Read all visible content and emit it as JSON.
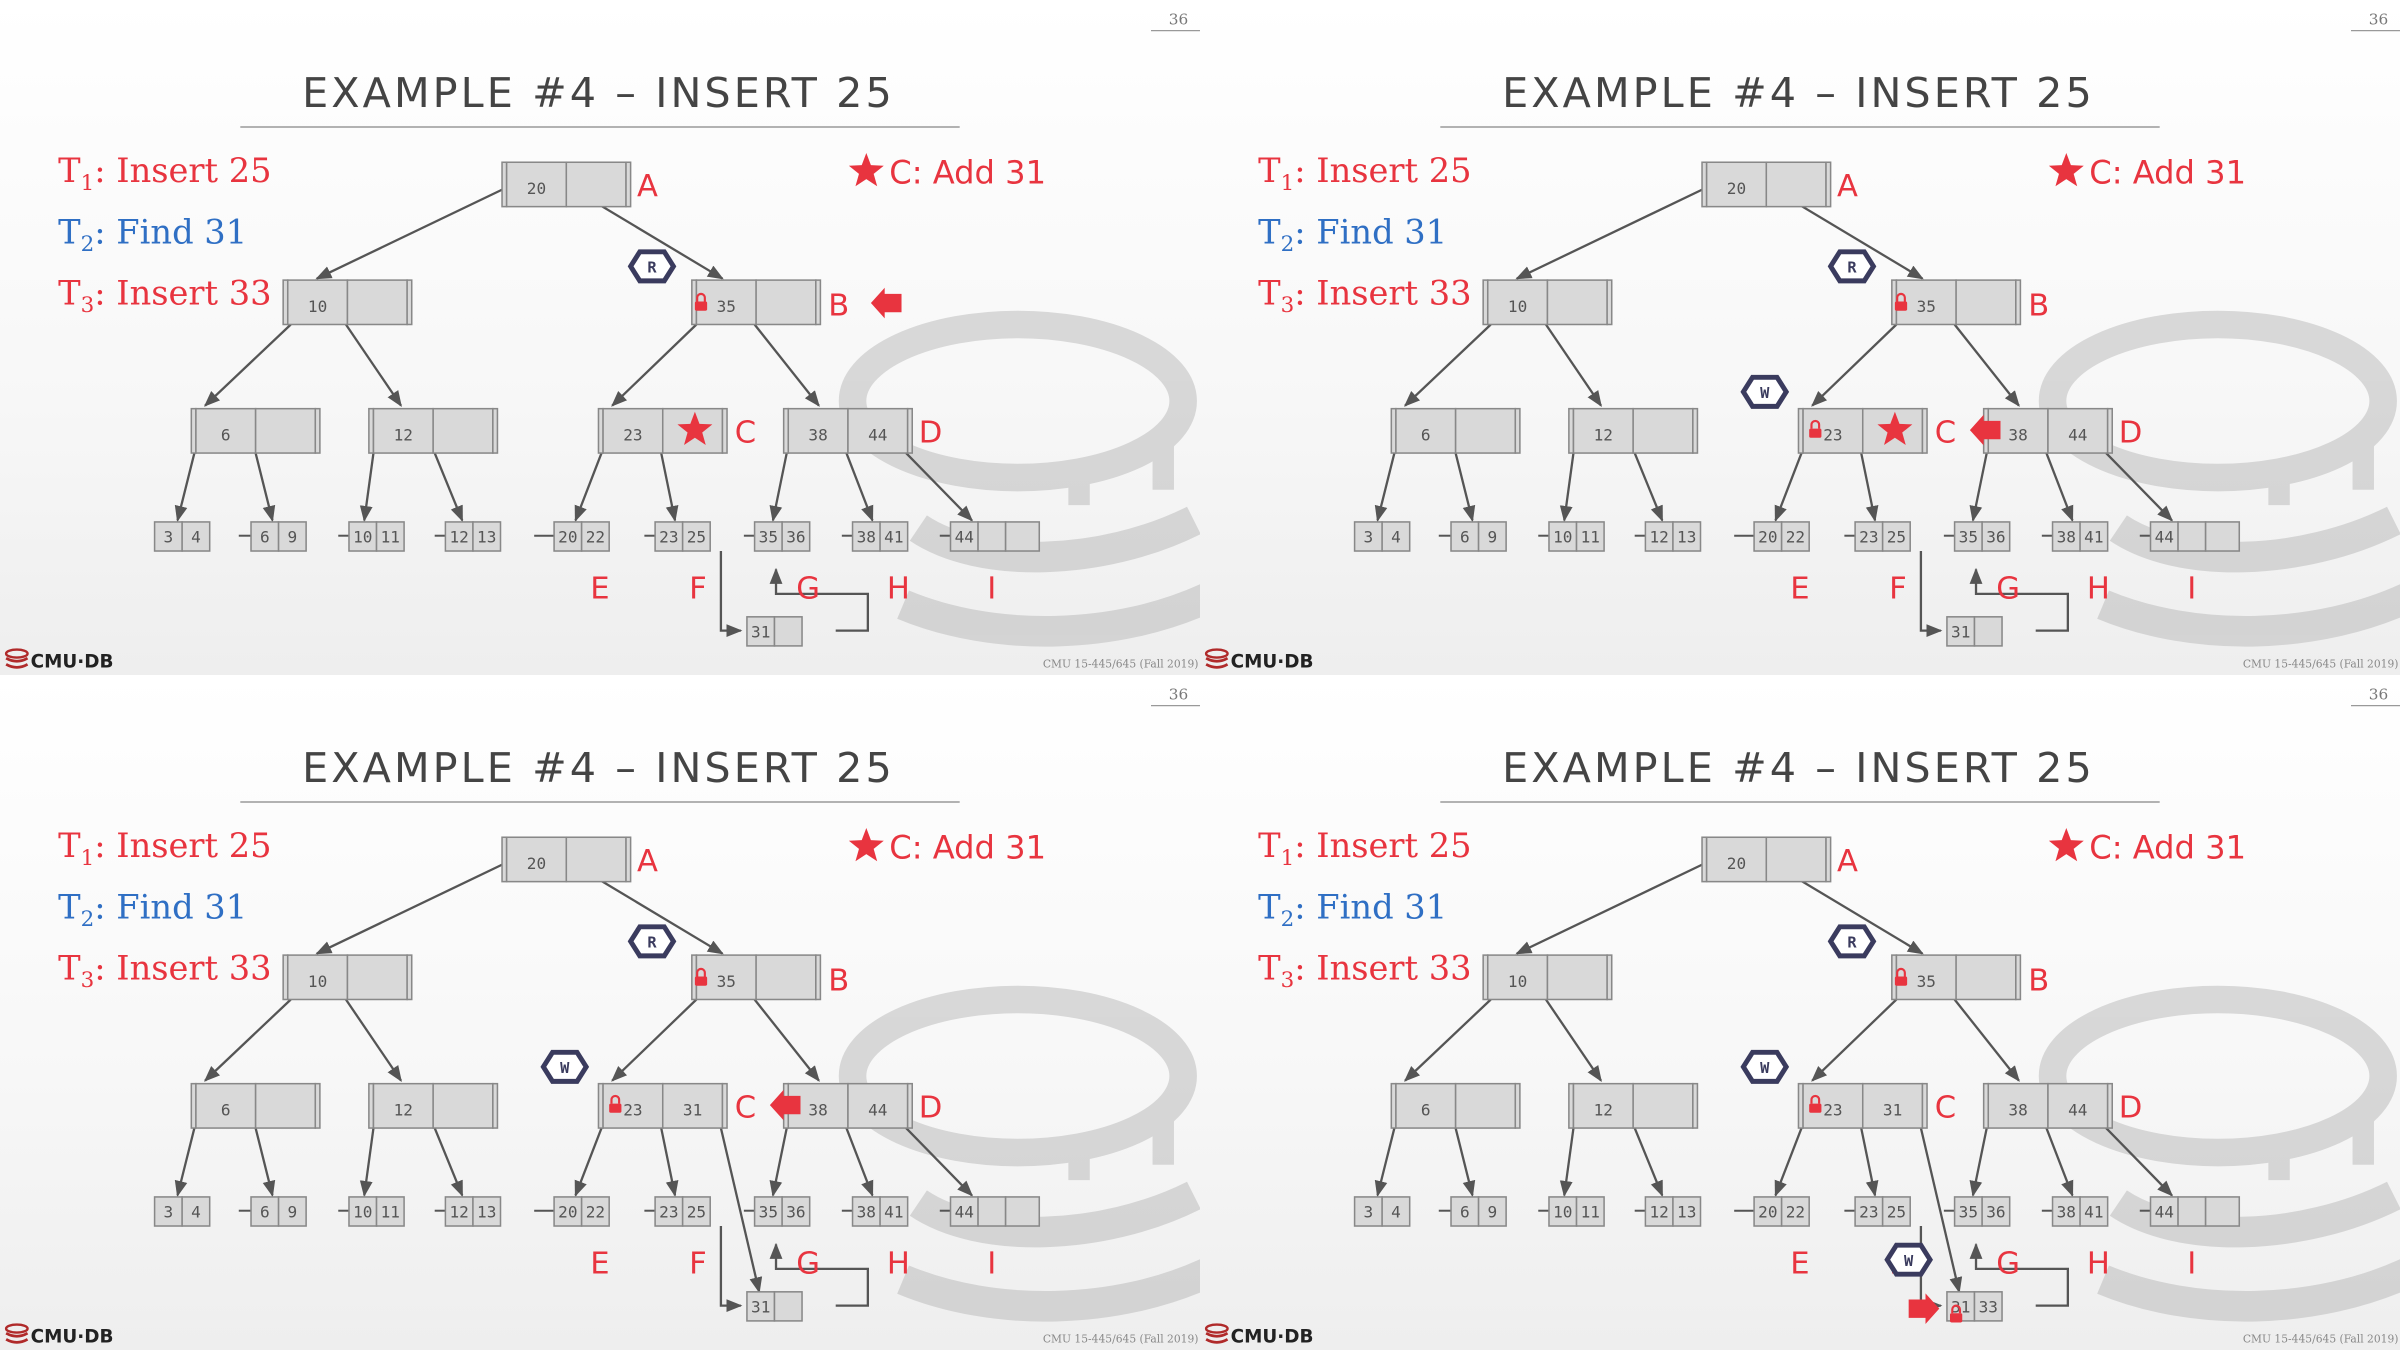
{
  "slide": {
    "title": "EXAMPLE #4 – INSERT 25",
    "page_number": "36",
    "footer_left": "CMU·DB",
    "footer_right": "CMU 15-445/645 (Fall 2019)",
    "annotation": "C: Add 31",
    "transactions": [
      {
        "sub": "1",
        "text": ": Insert 25",
        "color": "#e8343f"
      },
      {
        "sub": "2",
        "text": ": Find 31",
        "color": "#2f6fc4"
      },
      {
        "sub": "3",
        "text": ": Insert 33",
        "color": "#e8343f"
      }
    ]
  },
  "colors": {
    "red": "#e8343f",
    "blue": "#2f6fc4",
    "node_fill": "#d9d9d9",
    "node_stroke": "#888888",
    "edge": "#555555",
    "latch": "#3a3b5e"
  },
  "tree": {
    "node_labels": [
      "A",
      "B",
      "C",
      "D"
    ],
    "leaf_labels": [
      "E",
      "F",
      "G",
      "H",
      "I"
    ],
    "root": [
      "20"
    ],
    "level1": [
      [
        "10"
      ],
      [
        "35"
      ]
    ],
    "level2": [
      [
        "6"
      ],
      [
        "12"
      ],
      [
        "23"
      ],
      [
        "38",
        "44"
      ]
    ],
    "leaves": [
      [
        "3",
        "4"
      ],
      [
        "6",
        "9"
      ],
      [
        "10",
        "11"
      ],
      [
        "12",
        "13"
      ],
      [
        "20",
        "22"
      ],
      [
        "23",
        "25"
      ],
      [
        "35",
        "36"
      ],
      [
        "38",
        "41"
      ],
      [
        "44"
      ]
    ]
  },
  "panels": [
    {
      "name": "panel-1",
      "latches": [
        "R"
      ],
      "node_c": [
        "23"
      ],
      "new_leaf": [
        "31"
      ],
      "arrow_at": "B",
      "star_in_c": true
    },
    {
      "name": "panel-2",
      "latches": [
        "R",
        "W"
      ],
      "node_c": [
        "23"
      ],
      "new_leaf": [
        "31"
      ],
      "arrow_at": "D",
      "star_in_c": true
    },
    {
      "name": "panel-3",
      "latches": [
        "R",
        "W"
      ],
      "node_c": [
        "23",
        "31"
      ],
      "new_leaf": [
        "31"
      ],
      "arrow_at": "D",
      "star_in_c": false
    },
    {
      "name": "panel-4",
      "latches": [
        "R",
        "W",
        "W"
      ],
      "node_c": [
        "23",
        "31"
      ],
      "new_leaf": [
        "31",
        "33"
      ],
      "arrow_at": "new-leaf",
      "star_in_c": false
    }
  ]
}
